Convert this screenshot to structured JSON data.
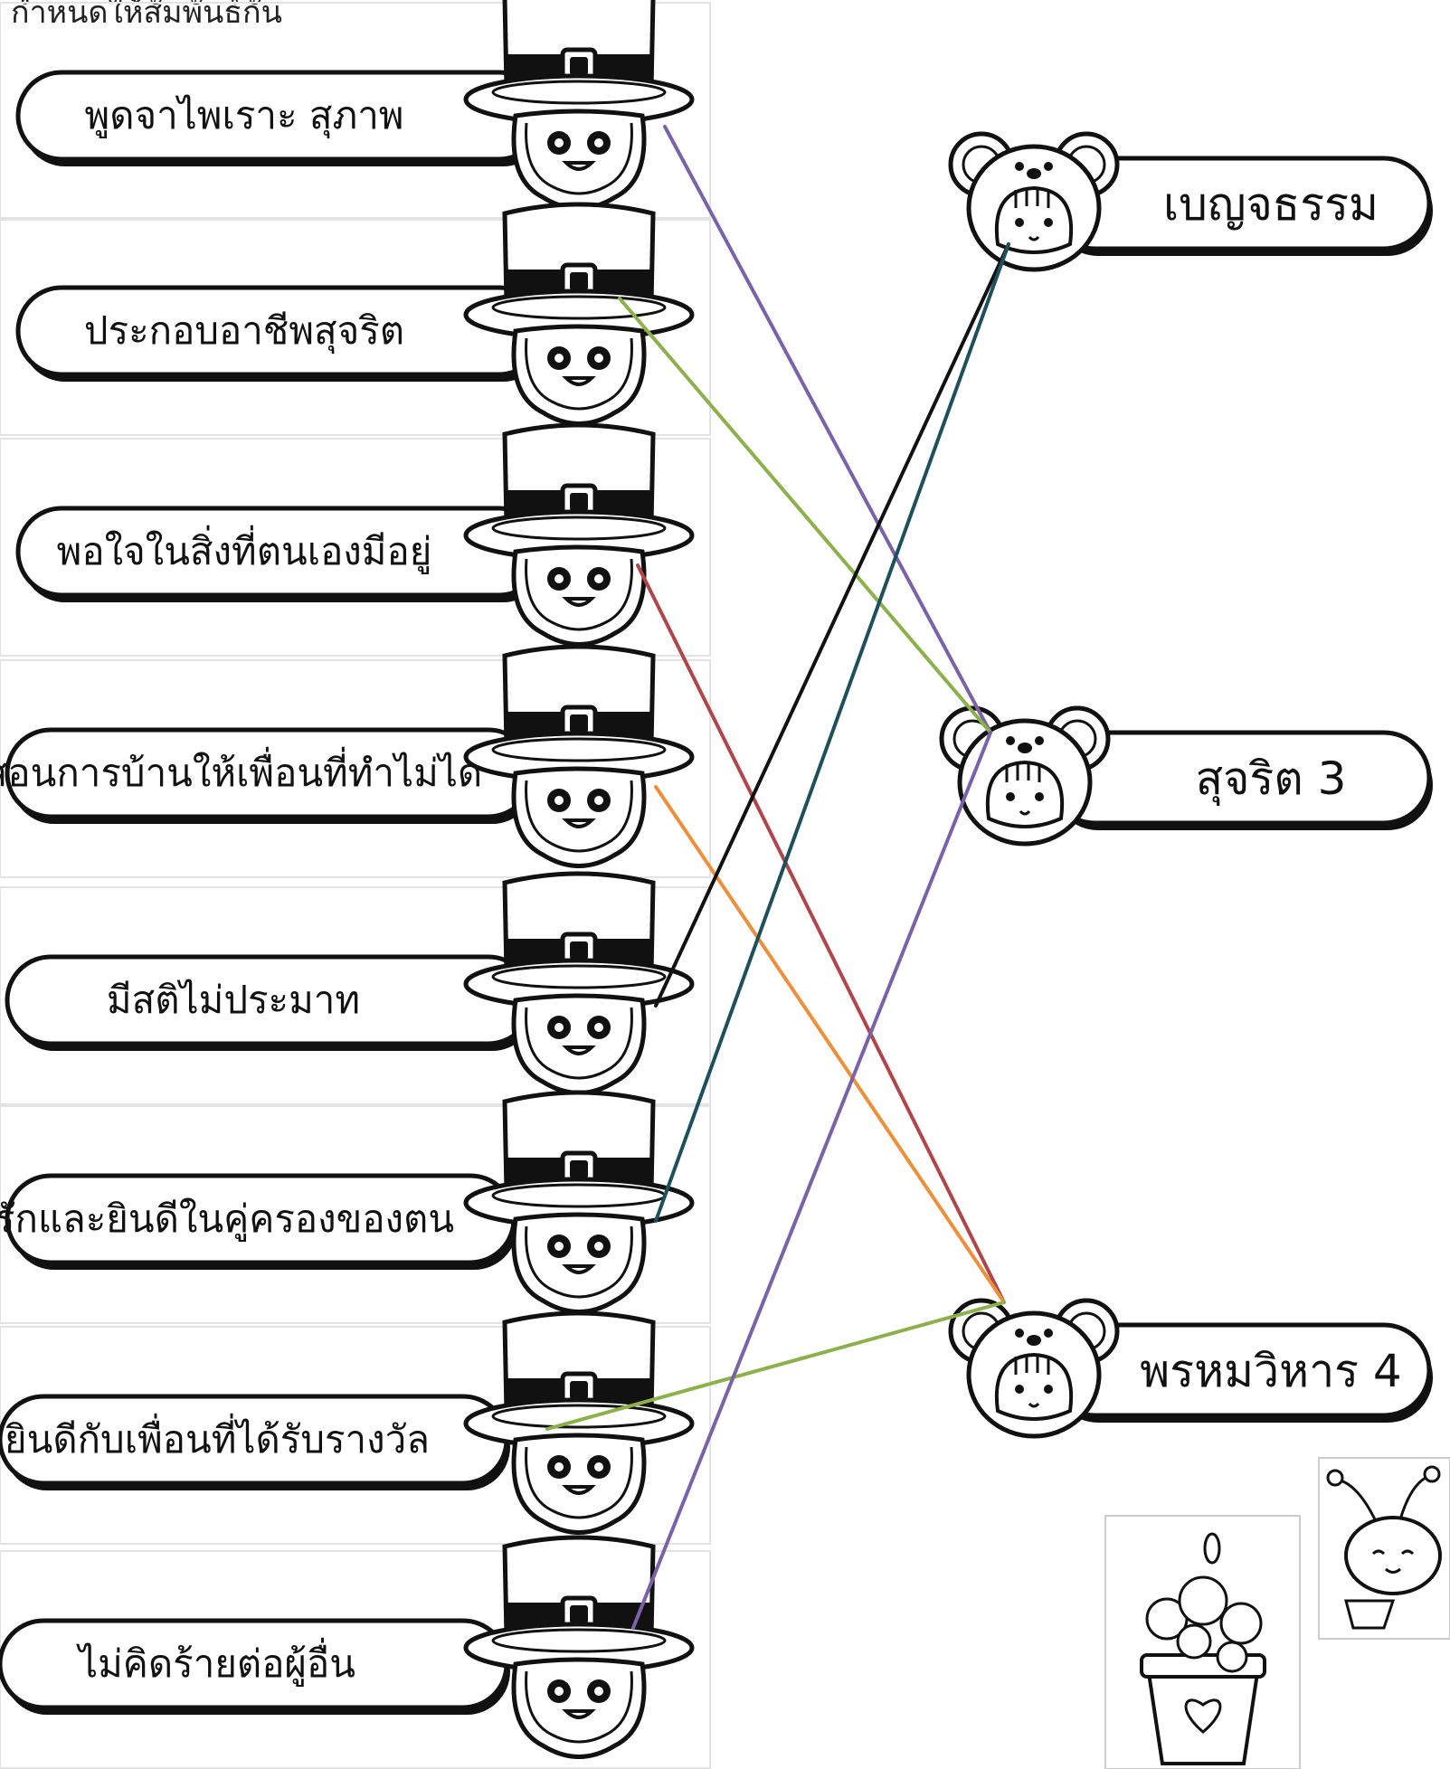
{
  "instruction": "กำหนดให้สัมพันธ์กัน",
  "left_items": [
    {
      "label": "พูดจาไพเราะ  สุภาพ"
    },
    {
      "label": "ประกอบอาชีพสุจริต"
    },
    {
      "label": "พอใจในสิ่งที่ตนเองมีอยู่"
    },
    {
      "label": "สอนการบ้านให้เพื่อนที่ทำไม่ได้"
    },
    {
      "label": "มีสติไม่ประมาท"
    },
    {
      "label": "รักและยินดีในคู่ครองของตน"
    },
    {
      "label": "ยินดีกับเพื่อนที่ได้รับรางวัล"
    },
    {
      "label": "ไม่คิดร้ายต่อผู้อื่น"
    }
  ],
  "right_items": [
    {
      "label": "เบญจธรรม"
    },
    {
      "label": "สุจริต 3"
    },
    {
      "label": "พรหมวิหาร 4"
    }
  ],
  "connections": [
    {
      "from": 0,
      "to": 1,
      "color": "#7b62a8"
    },
    {
      "from": 1,
      "to": 1,
      "color": "#8cb04a"
    },
    {
      "from": 2,
      "to": 2,
      "color": "#b0454a"
    },
    {
      "from": 3,
      "to": 2,
      "color": "#ef8f3a"
    },
    {
      "from": 4,
      "to": 0,
      "color": "#111111"
    },
    {
      "from": 5,
      "to": 0,
      "color": "#1d4f5c"
    },
    {
      "from": 6,
      "to": 2,
      "color": "#8cb04a"
    },
    {
      "from": 7,
      "to": 1,
      "color": "#7b62a8"
    }
  ]
}
